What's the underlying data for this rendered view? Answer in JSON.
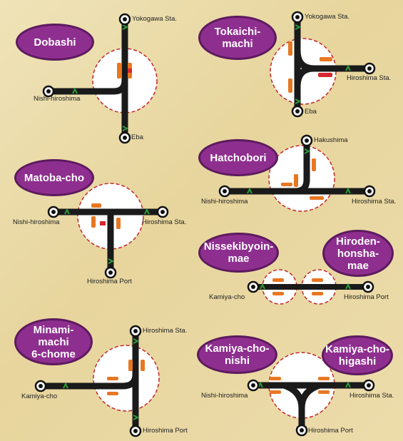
{
  "panels": [
    {
      "name": "Dobashi",
      "stations": {
        "north": "Yokogawa Sta.",
        "west": "Nishi-hiroshima",
        "south": "Eba"
      }
    },
    {
      "name": "Tokaichi-\nmachi",
      "stations": {
        "north": "Yokogawa Sta.",
        "east": "Hiroshima Sta.",
        "south": "Eba"
      }
    },
    {
      "name": "Hatchobori",
      "stations": {
        "north": "Hakushima",
        "west": "Nishi-hiroshima",
        "east": "Hiroshima Sta."
      }
    },
    {
      "name": "Matoba-cho",
      "stations": {
        "west": "Nishi-hiroshima",
        "east": "Hiroshima Sta.",
        "south": "Hiroshima Port"
      }
    },
    {
      "name": "Nissekibyoin-\nmae",
      "stations": {
        "west": "Kamiya-cho"
      }
    },
    {
      "name": "Hiroden-\nhonsha-\nmae",
      "stations": {
        "east": "Hiroshima Port"
      }
    },
    {
      "name": "Minami-\nmachi\n6-chome",
      "stations": {
        "north": "Hiroshima Sta.",
        "west": "Kamiya-cho",
        "south": "Hiroshima Port"
      }
    },
    {
      "name": "Kamiya-cho-\nnishi",
      "stations": {
        "west": "Nishi-hiroshima",
        "south": "Hiroshima Port"
      }
    },
    {
      "name": "Kamiya-cho-\nhigashi",
      "stations": {
        "east": "Hiroshima Sta."
      }
    }
  ],
  "colors": {
    "track": "#1a1a1a",
    "badge": "#8e2f8f",
    "circle_border": "#c0282d",
    "platform": "#e87722",
    "platform_accent": "#d6262e",
    "marker": "#2e9a3a"
  }
}
